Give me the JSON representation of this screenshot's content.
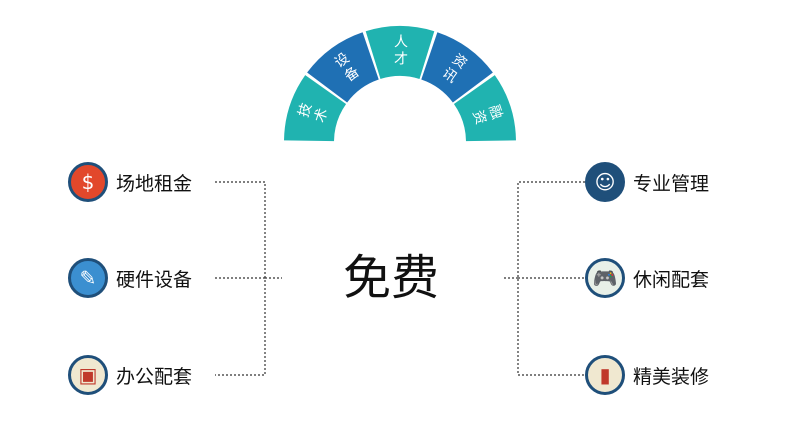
{
  "center_label": "免费",
  "arc": {
    "segments": [
      {
        "label": "技术",
        "color": "#20b3b0"
      },
      {
        "label": "设备",
        "color": "#1f70b4"
      },
      {
        "label": "人才",
        "color": "#20b3b0"
      },
      {
        "label": "资讯",
        "color": "#1f70b4"
      },
      {
        "label": "融资",
        "color": "#20b3b0"
      }
    ]
  },
  "left_items": [
    {
      "label": "场地租金",
      "icon": "coin-icon",
      "glyph": "$",
      "color": "#e2482b"
    },
    {
      "label": "硬件设备",
      "icon": "pencil-icon",
      "glyph": "✎",
      "color": "#3b8fd0"
    },
    {
      "label": "办公配套",
      "icon": "briefcase-icon",
      "glyph": "▣",
      "color": "#f0e8d0"
    }
  ],
  "right_items": [
    {
      "label": "专业管理",
      "icon": "manager-icon",
      "glyph": "☺",
      "color": "#1f4f7a"
    },
    {
      "label": "休闲配套",
      "icon": "gamepad-icon",
      "glyph": "🎮",
      "color": "#e8f0e8"
    },
    {
      "label": "精美装修",
      "icon": "paint-roller-icon",
      "glyph": "▮",
      "color": "#f0e8d0"
    }
  ]
}
